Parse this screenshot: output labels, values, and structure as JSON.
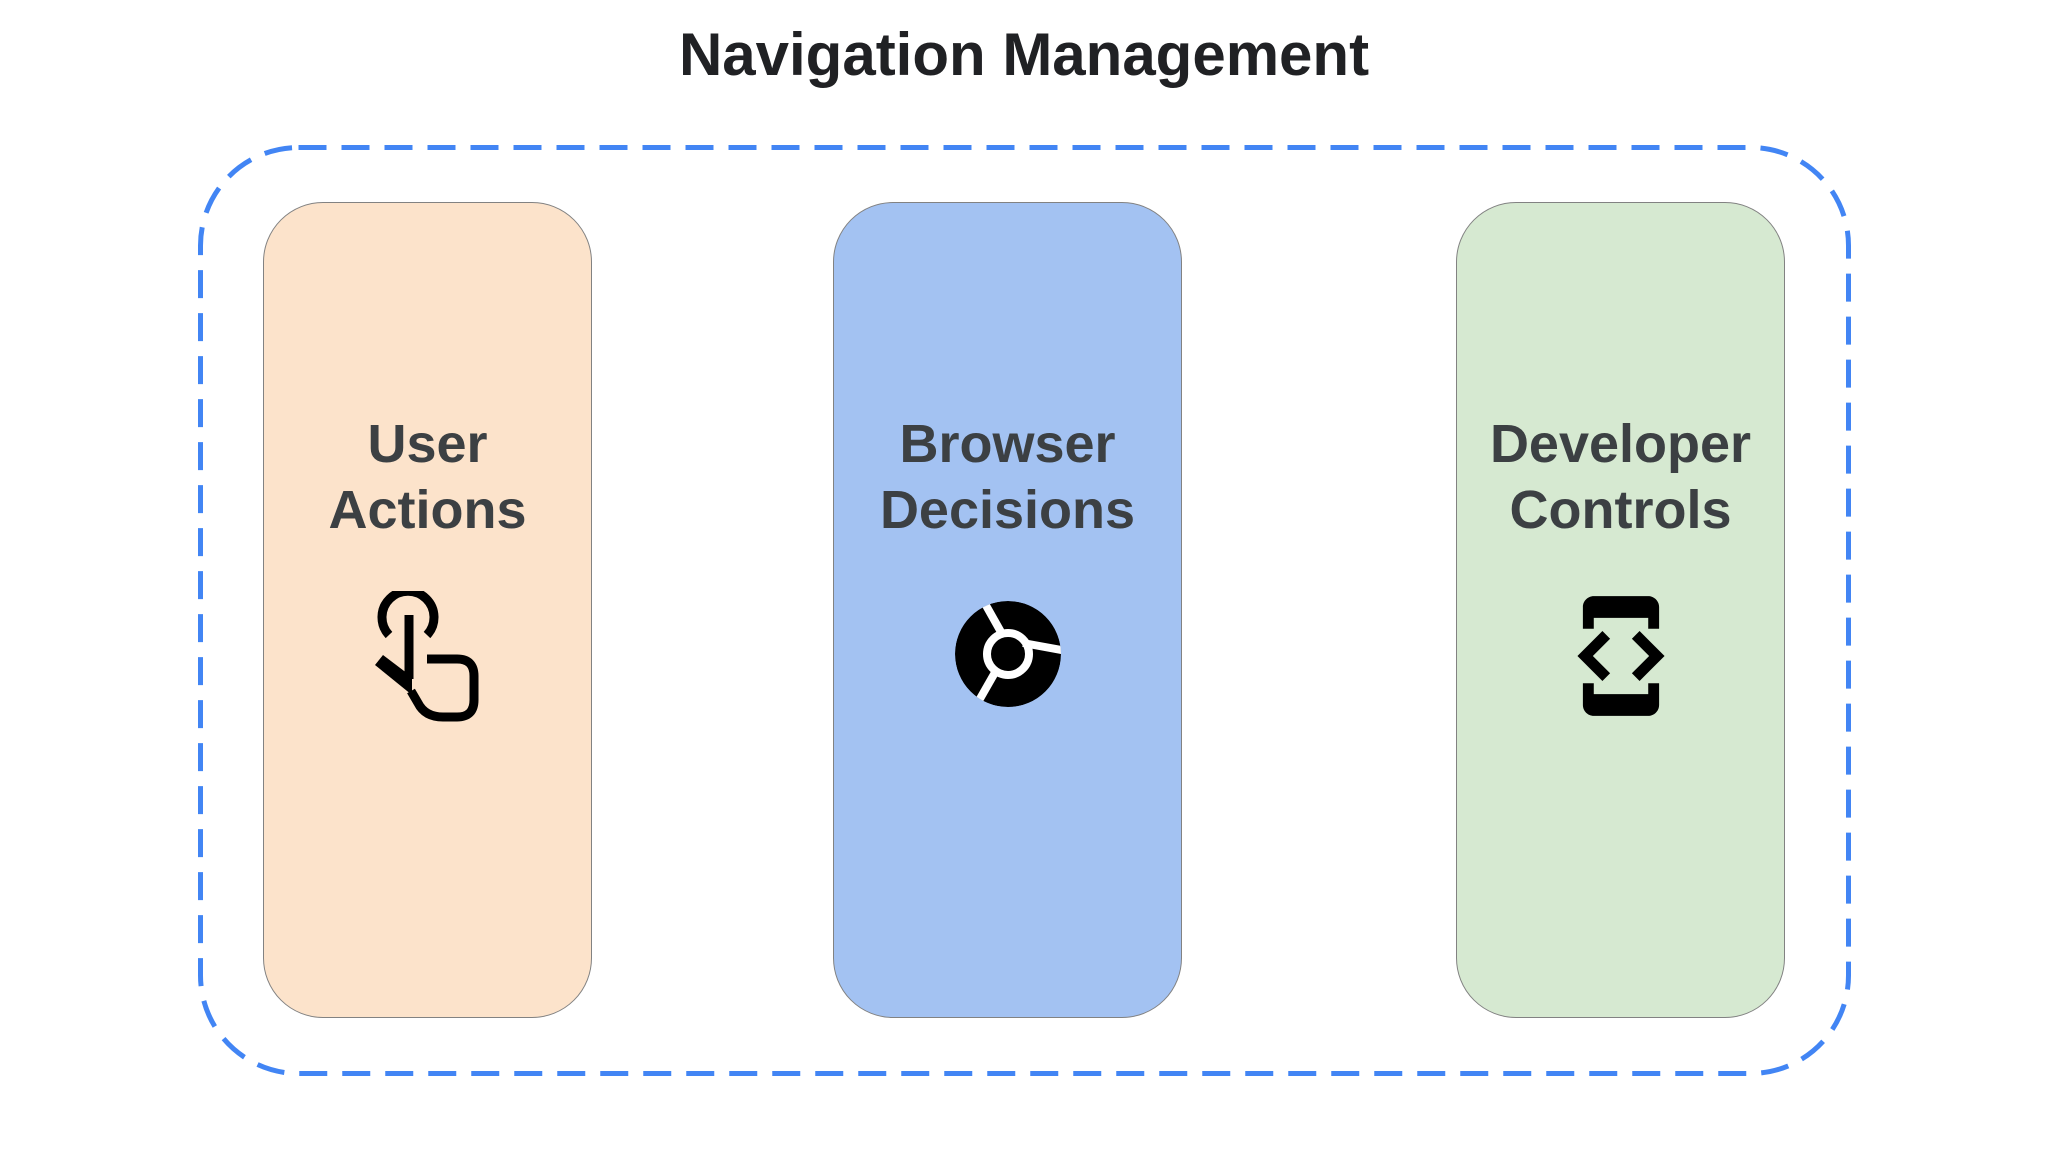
{
  "title": "Navigation Management",
  "colors": {
    "dashed_border": "#4285F4",
    "user_actions_bg": "#FCE3CB",
    "browser_decisions_bg": "#A3C2F2",
    "developer_controls_bg": "#D6E9D1",
    "card_outline": "#828282",
    "label_text": "#3C4043",
    "title_text": "#202124",
    "icon_color": "#000000"
  },
  "cards": [
    {
      "label": "User\nActions",
      "icon": "touch-gesture-icon"
    },
    {
      "label": "Browser\nDecisions",
      "icon": "chrome-browser-icon"
    },
    {
      "label": "Developer\nControls",
      "icon": "developer-mode-icon"
    }
  ]
}
